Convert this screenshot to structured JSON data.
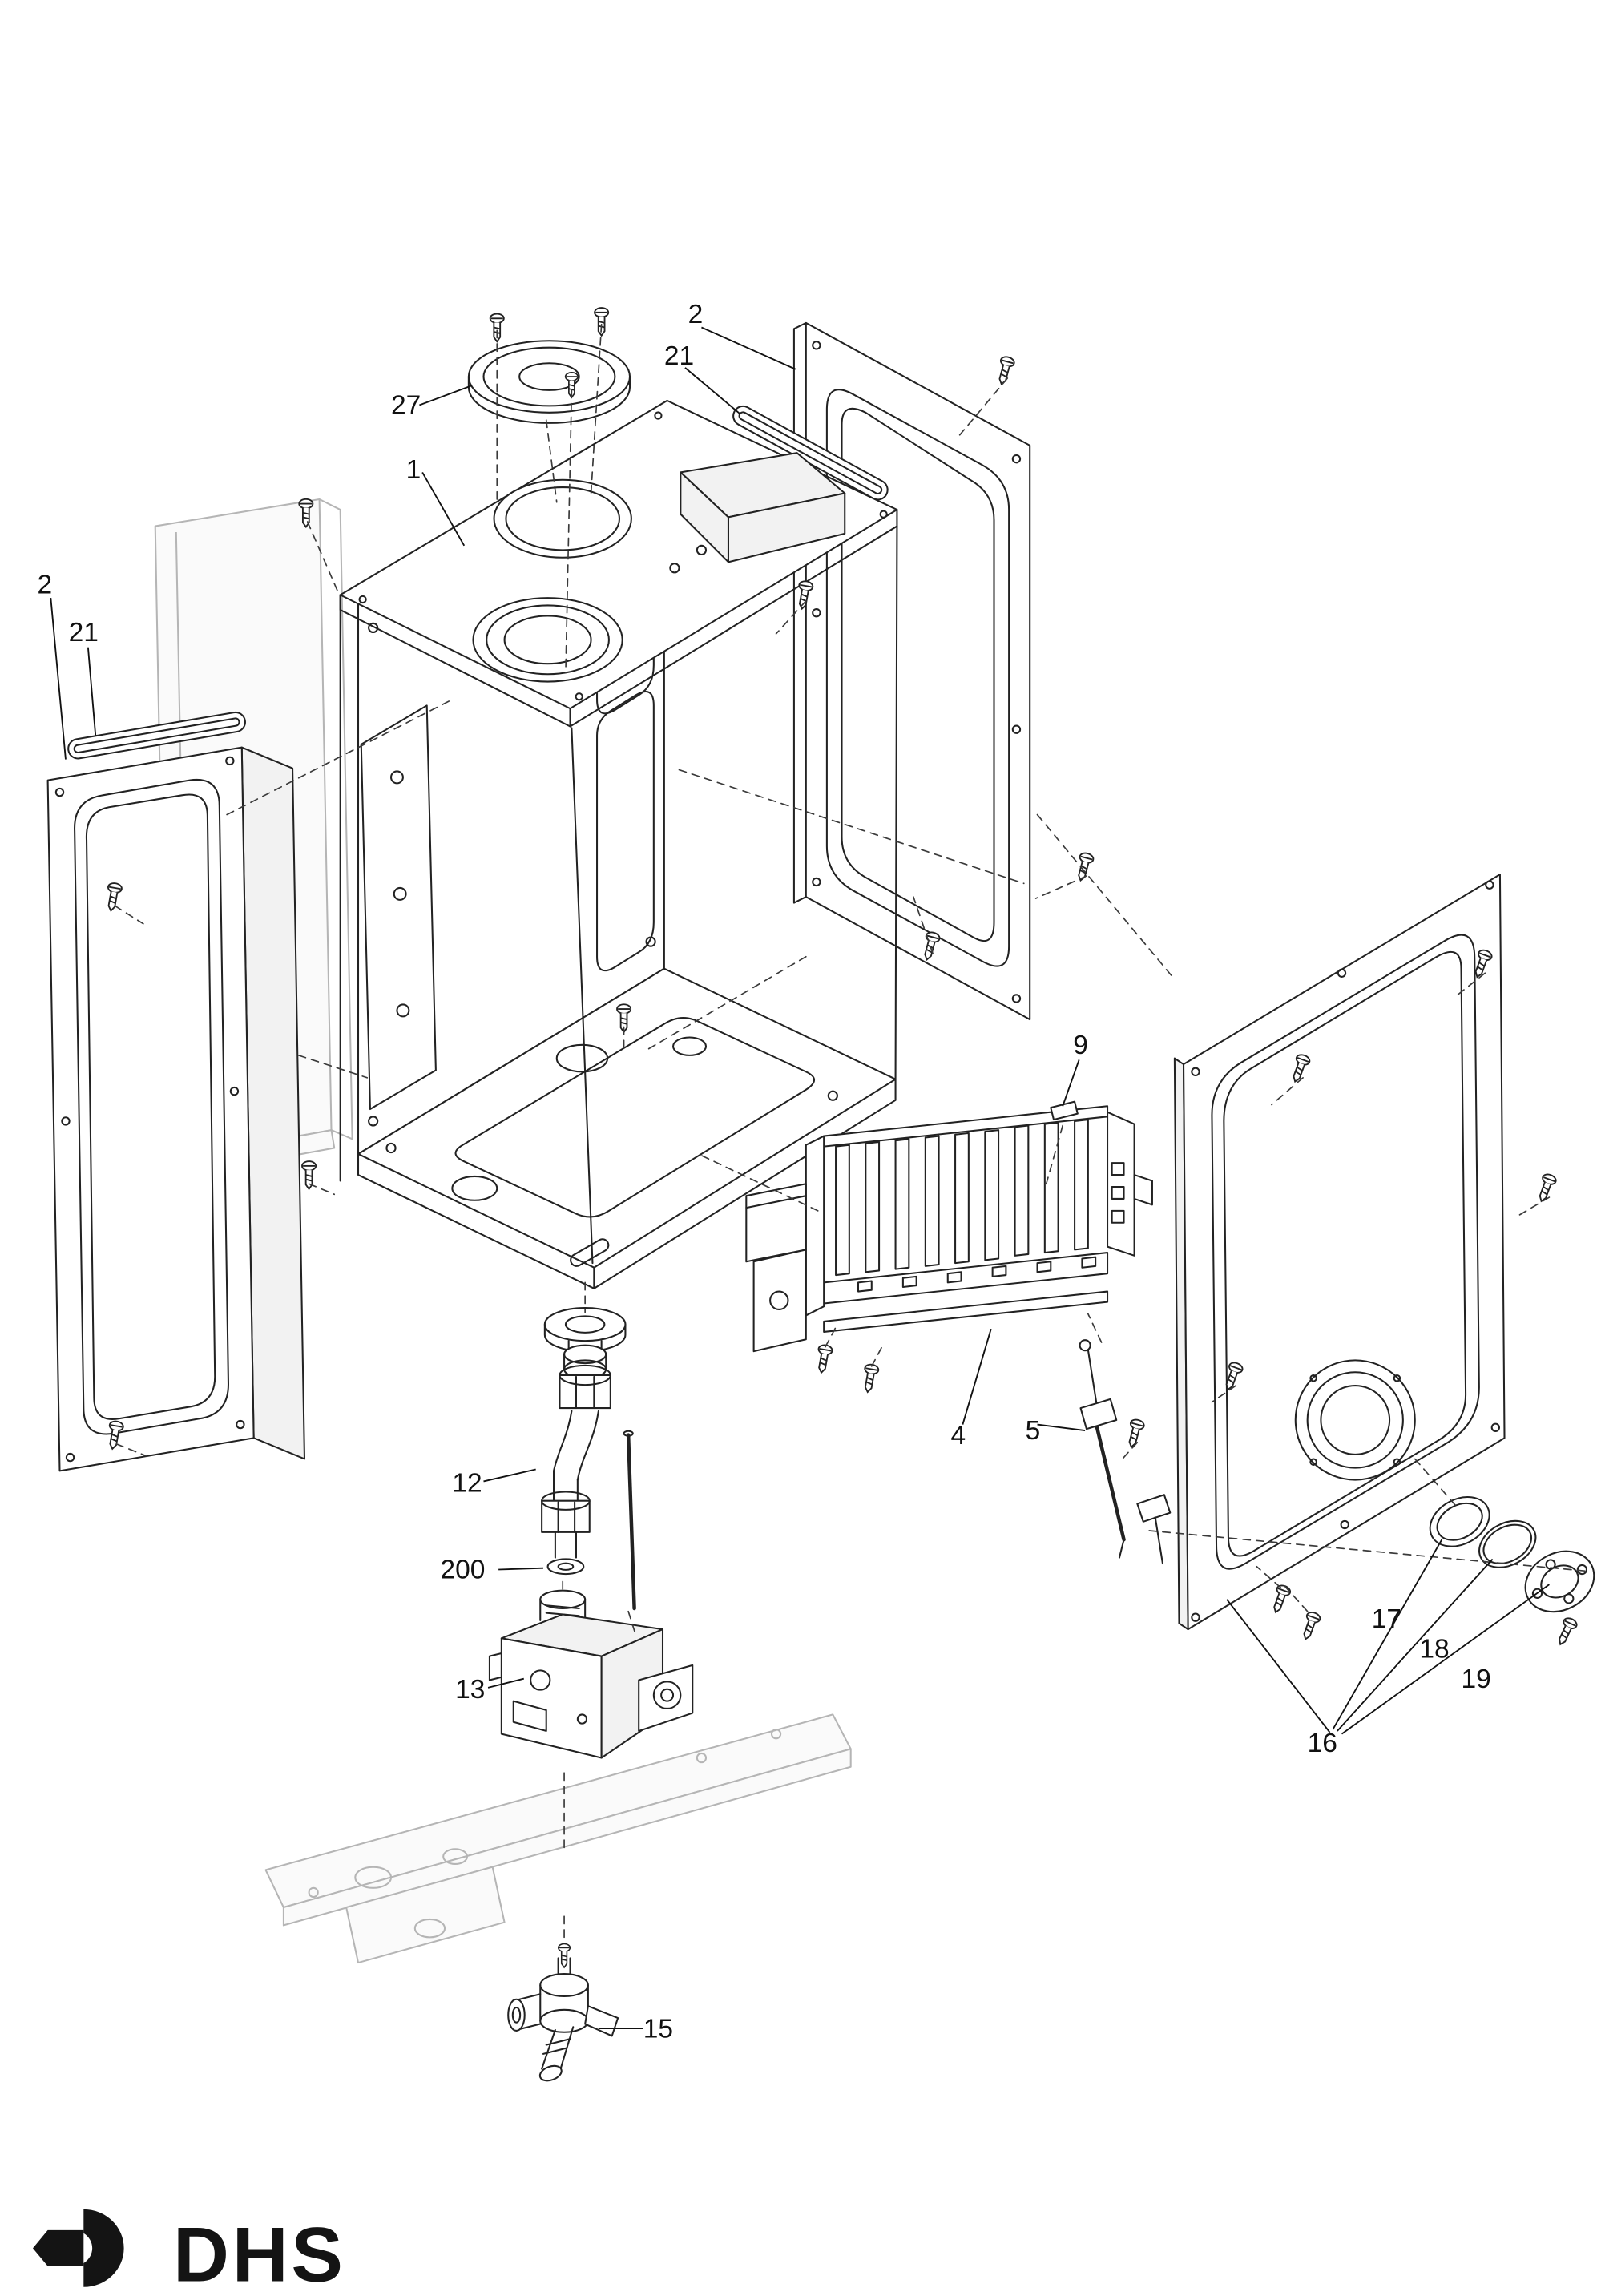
{
  "diagram": {
    "type": "exploded-parts-diagram",
    "subject": "boiler-chassis-assembly",
    "callouts": [
      {
        "label": "27",
        "part": "top-cover-disc"
      },
      {
        "label": "1",
        "part": "top-panel"
      },
      {
        "label": "2",
        "part": "right-side-panel"
      },
      {
        "label": "21",
        "part": "right-side-seal-strip"
      },
      {
        "label": "2",
        "part": "left-side-panel"
      },
      {
        "label": "21",
        "part": "left-side-seal-strip"
      },
      {
        "label": "9",
        "part": "retaining-clip"
      },
      {
        "label": "4",
        "part": "burner-assembly"
      },
      {
        "label": "5",
        "part": "electrode"
      },
      {
        "label": "12",
        "part": "gas-supply-pipe"
      },
      {
        "label": "200",
        "part": "washer"
      },
      {
        "label": "13",
        "part": "gas-valve"
      },
      {
        "label": "15",
        "part": "gas-service-cock"
      },
      {
        "label": "16",
        "part": "panel-fixing-group"
      },
      {
        "label": "17",
        "part": "gasket"
      },
      {
        "label": "18",
        "part": "sealing-ring"
      },
      {
        "label": "19",
        "part": "flange"
      }
    ]
  },
  "logo": {
    "text": "DHS"
  }
}
